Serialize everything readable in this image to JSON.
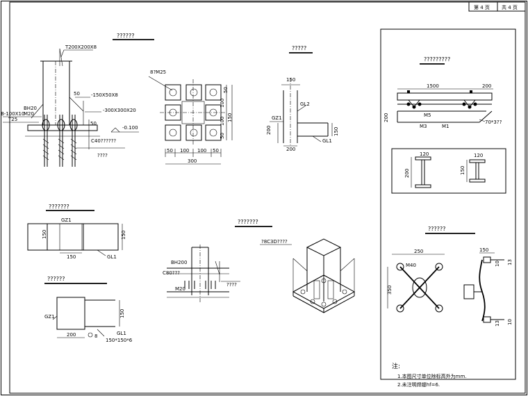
{
  "title_block": {
    "page_label": "第 4 页",
    "total_label": "共 4 页"
  },
  "titles": {
    "section_a": "??????",
    "section_b": "????",
    "section_c": "?????",
    "section_d": "???????",
    "section_e": "??????",
    "section_f": "?????????",
    "section_g": "???????"
  },
  "labels": {
    "a_top": "T200X200X8",
    "a_l1": "-150X50X8",
    "a_l2": "-300X300X20",
    "a_lvl": "-0.100",
    "a_bolt": "C40??????",
    "a_left1": "B-100X10",
    "a_left2": "M20",
    "a_left3": "T25",
    "a_left4": "BH20",
    "a_bot": "????",
    "a_50": "50",
    "a_50b": "50",
    "b_bolt": "8?M25",
    "b_d1": "50",
    "b_d2": "100",
    "b_d3": "100",
    "b_d4": "50",
    "b_total": "300",
    "b_v1": "50",
    "b_v2": "100",
    "b_v3": "100",
    "b_v4": "50",
    "b_v5": "150",
    "c_150": "150",
    "c_gl2": "GL2",
    "c_gz1": "GZ1",
    "c_200": "200",
    "c_h200": "200",
    "c_r150": "150",
    "c_gl1": "GL1",
    "d_gz1": "GZ1",
    "d_150": "150",
    "d_r150": "150",
    "d_150b": "150",
    "d_gl1": "GL1",
    "e_gz1": "GZ1",
    "e_200": "200",
    "e_150": "150",
    "e_gl1": "GL1",
    "e_spec": "150*150*6",
    "e_sub": "8",
    "f_l1": "BH200",
    "f_l2": "C80???",
    "f_l3": "M20",
    "f_r": "????",
    "g_lbl": "?8C3D????",
    "h_1500": "1500",
    "h_200": "200",
    "h_m5": "M5",
    "h_m3": "M3",
    "h_m1": "M1",
    "h_angle": "70*3??",
    "h_200v": "200",
    "h_120a": "120",
    "h_120b": "120",
    "h_200a": "200",
    "h_200b": "150",
    "i_250": "250",
    "i_350": "350",
    "i_150": "150",
    "i_m40": "M40",
    "i_g1": "10",
    "i_g2": "13",
    "note_title": "注:",
    "note1": "1.本图尺寸单位除标高外为mm.",
    "note2": "2.未注明焊缝hf=6."
  }
}
